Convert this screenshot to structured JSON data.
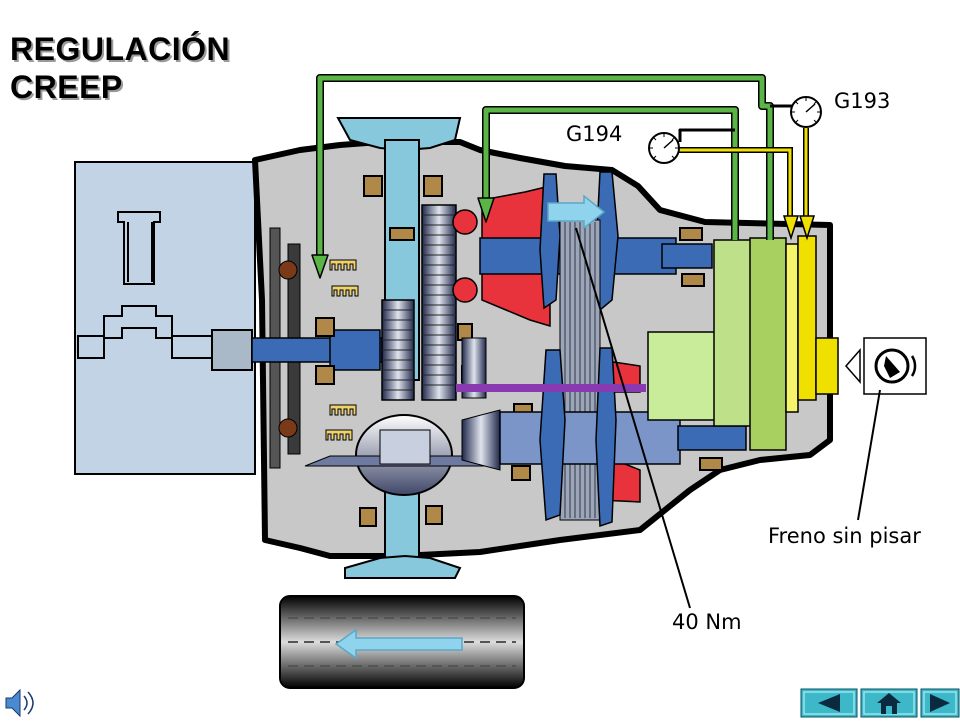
{
  "title": {
    "line1": "REGULACIÓN",
    "line2": "CREEP"
  },
  "labels": {
    "g193": "G193",
    "g194": "G194",
    "brake": "Freno sin pisar",
    "torque": "40 Nm"
  },
  "icons": {
    "speaker": "speaker-icon",
    "prev": "arrow-left-icon",
    "home": "home-icon",
    "next": "arrow-right-icon",
    "brake_pedal": "brake-pedal-icon",
    "gauge": "pressure-gauge-icon"
  },
  "colors": {
    "housing": "#c8c8c8",
    "engine_block": "#c3d3e6",
    "shaft": "#3c6bb5",
    "green_line": "#5ab446",
    "yellow_line": "#f0e000",
    "red_part": "#e8323c",
    "clutch_green": "#a8d060",
    "nav_button": "#3cb8c8"
  }
}
